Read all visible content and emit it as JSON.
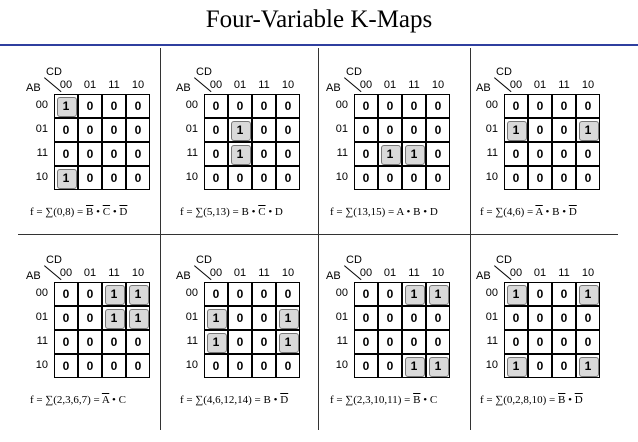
{
  "title": "Four-Variable K-Maps",
  "cd_label": "CD",
  "ab_label": "AB",
  "col_headers": [
    "00",
    "01",
    "11",
    "10"
  ],
  "row_headers": [
    "00",
    "01",
    "11",
    "10"
  ],
  "maps": [
    {
      "cells": [
        [
          "1",
          "0",
          "0",
          "0"
        ],
        [
          "0",
          "0",
          "0",
          "0"
        ],
        [
          "0",
          "0",
          "0",
          "0"
        ],
        [
          "1",
          "0",
          "0",
          "0"
        ]
      ],
      "highlight": [
        [
          0,
          0
        ],
        [
          3,
          0
        ]
      ],
      "expr": {
        "prefix": "f = ",
        "sigma": "∑",
        "minterms": "(0,8)",
        "eq": " = ",
        "terms": [
          {
            "t": "B",
            "bar": true
          },
          {
            "t": " • ",
            "bar": false
          },
          {
            "t": "C",
            "bar": true
          },
          {
            "t": " • ",
            "bar": false
          },
          {
            "t": "D",
            "bar": true
          }
        ]
      }
    },
    {
      "cells": [
        [
          "0",
          "0",
          "0",
          "0"
        ],
        [
          "0",
          "1",
          "0",
          "0"
        ],
        [
          "0",
          "1",
          "0",
          "0"
        ],
        [
          "0",
          "0",
          "0",
          "0"
        ]
      ],
      "highlight": [
        [
          1,
          1
        ],
        [
          2,
          1
        ]
      ],
      "expr": {
        "prefix": "f = ",
        "sigma": "∑",
        "minterms": "(5,13)",
        "eq": " = ",
        "terms": [
          {
            "t": "B",
            "bar": false
          },
          {
            "t": " • ",
            "bar": false
          },
          {
            "t": "C",
            "bar": true
          },
          {
            "t": " • ",
            "bar": false
          },
          {
            "t": "D",
            "bar": false
          }
        ]
      }
    },
    {
      "cells": [
        [
          "0",
          "0",
          "0",
          "0"
        ],
        [
          "0",
          "0",
          "0",
          "0"
        ],
        [
          "0",
          "1",
          "1",
          "0"
        ],
        [
          "0",
          "0",
          "0",
          "0"
        ]
      ],
      "highlight": [
        [
          2,
          1
        ],
        [
          2,
          2
        ]
      ],
      "expr": {
        "prefix": "f = ",
        "sigma": "∑",
        "minterms": "(13,15)",
        "eq": " = ",
        "terms": [
          {
            "t": "A",
            "bar": false
          },
          {
            "t": " • ",
            "bar": false
          },
          {
            "t": "B",
            "bar": false
          },
          {
            "t": " • ",
            "bar": false
          },
          {
            "t": "D",
            "bar": false
          }
        ]
      }
    },
    {
      "cells": [
        [
          "0",
          "0",
          "0",
          "0"
        ],
        [
          "1",
          "0",
          "0",
          "1"
        ],
        [
          "0",
          "0",
          "0",
          "0"
        ],
        [
          "0",
          "0",
          "0",
          "0"
        ]
      ],
      "highlight": [
        [
          1,
          0
        ],
        [
          1,
          3
        ]
      ],
      "expr": {
        "prefix": "f = ",
        "sigma": "∑",
        "minterms": "(4,6)",
        "eq": " = ",
        "terms": [
          {
            "t": "A",
            "bar": true
          },
          {
            "t": " • ",
            "bar": false
          },
          {
            "t": "B",
            "bar": false
          },
          {
            "t": " • ",
            "bar": false
          },
          {
            "t": "D",
            "bar": true
          }
        ]
      }
    },
    {
      "cells": [
        [
          "0",
          "0",
          "1",
          "1"
        ],
        [
          "0",
          "0",
          "1",
          "1"
        ],
        [
          "0",
          "0",
          "0",
          "0"
        ],
        [
          "0",
          "0",
          "0",
          "0"
        ]
      ],
      "highlight": [
        [
          0,
          2
        ],
        [
          0,
          3
        ],
        [
          1,
          2
        ],
        [
          1,
          3
        ]
      ],
      "expr": {
        "prefix": "f = ",
        "sigma": "∑",
        "minterms": "(2,3,6,7)",
        "eq": " = ",
        "terms": [
          {
            "t": "A",
            "bar": true
          },
          {
            "t": " • ",
            "bar": false
          },
          {
            "t": "C",
            "bar": false
          }
        ]
      }
    },
    {
      "cells": [
        [
          "0",
          "0",
          "0",
          "0"
        ],
        [
          "1",
          "0",
          "0",
          "1"
        ],
        [
          "1",
          "0",
          "0",
          "1"
        ],
        [
          "0",
          "0",
          "0",
          "0"
        ]
      ],
      "highlight": [
        [
          1,
          0
        ],
        [
          2,
          0
        ],
        [
          1,
          3
        ],
        [
          2,
          3
        ]
      ],
      "expr": {
        "prefix": "f = ",
        "sigma": "∑",
        "minterms": "(4,6,12,14)",
        "eq": " = ",
        "terms": [
          {
            "t": "B",
            "bar": false
          },
          {
            "t": " • ",
            "bar": false
          },
          {
            "t": "D",
            "bar": true
          }
        ]
      }
    },
    {
      "cells": [
        [
          "0",
          "0",
          "1",
          "1"
        ],
        [
          "0",
          "0",
          "0",
          "0"
        ],
        [
          "0",
          "0",
          "0",
          "0"
        ],
        [
          "0",
          "0",
          "1",
          "1"
        ]
      ],
      "highlight": [
        [
          0,
          2
        ],
        [
          0,
          3
        ],
        [
          3,
          2
        ],
        [
          3,
          3
        ]
      ],
      "expr": {
        "prefix": "f = ",
        "sigma": "∑",
        "minterms": "(2,3,10,11)",
        "eq": " = ",
        "terms": [
          {
            "t": "B",
            "bar": true
          },
          {
            "t": " • ",
            "bar": false
          },
          {
            "t": "C",
            "bar": false
          }
        ]
      }
    },
    {
      "cells": [
        [
          "1",
          "0",
          "0",
          "1"
        ],
        [
          "0",
          "0",
          "0",
          "0"
        ],
        [
          "0",
          "0",
          "0",
          "0"
        ],
        [
          "1",
          "0",
          "0",
          "1"
        ]
      ],
      "highlight": [
        [
          0,
          0
        ],
        [
          0,
          3
        ],
        [
          3,
          0
        ],
        [
          3,
          3
        ]
      ],
      "expr": {
        "prefix": "f = ",
        "sigma": "∑",
        "minterms": "(0,2,8,10)",
        "eq": " = ",
        "terms": [
          {
            "t": "B",
            "bar": true
          },
          {
            "t": " • ",
            "bar": false
          },
          {
            "t": "D",
            "bar": true
          }
        ]
      }
    }
  ]
}
